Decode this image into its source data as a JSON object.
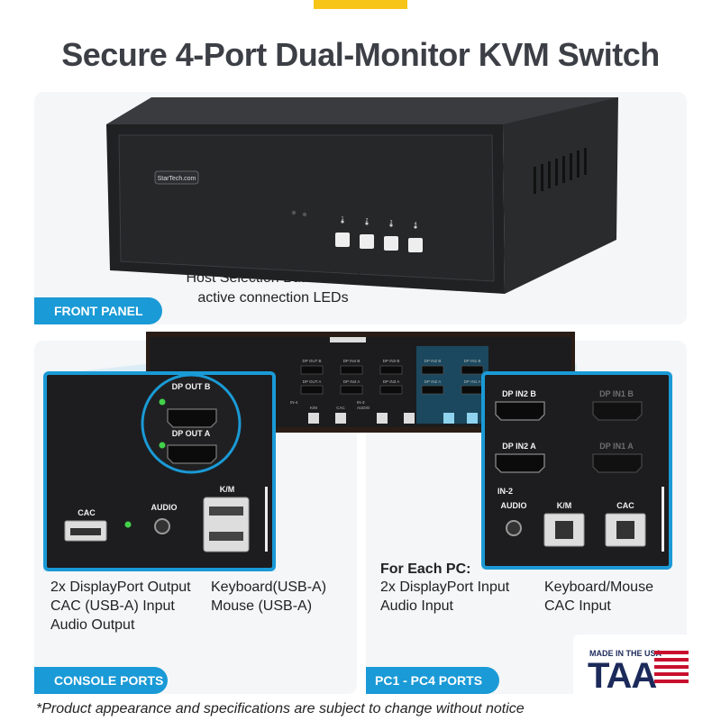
{
  "title": "Secure 4-Port Dual-Monitor KVM Switch",
  "front": {
    "tag": "FRONT PANEL",
    "brand": "StarTech.com",
    "buttons": [
      "1",
      "2",
      "3",
      "4"
    ],
    "caption_line1": "Host Selection Buttons and",
    "caption_line2": "active connection LEDs"
  },
  "rear_strip": {
    "labels": [
      "DP OUT B",
      "DP IN4 B",
      "DP IN3 B",
      "DP IN2 B",
      "DP IN1 B",
      "DP OUT A",
      "DP IN4 A",
      "DP IN3 A",
      "DP IN2 A",
      "DP IN1 A",
      "IN-4",
      "K/M",
      "CAC",
      "IN-3",
      "AUDIO"
    ]
  },
  "console": {
    "tag": "CONSOLE PORTS",
    "dp_out_b": "DP OUT B",
    "dp_out_a": "DP OUT A",
    "cac": "CAC",
    "audio": "AUDIO",
    "km": "K/M",
    "desc_left": [
      "2x DisplayPort Output",
      "CAC (USB-A) Input",
      "Audio Output"
    ],
    "desc_right": [
      "Keyboard(USB-A)",
      "Mouse (USB-A)"
    ]
  },
  "pc": {
    "tag": "PC1 - PC4 PORTS",
    "dp_in2_b": "DP IN2 B",
    "dp_in1_b": "DP IN1 B",
    "dp_in2_a": "DP IN2 A",
    "dp_in1_a": "DP IN1 A",
    "in2": "IN-2",
    "audio": "AUDIO",
    "km": "K/M",
    "cac": "CAC",
    "heading": "For Each PC:",
    "desc_left": [
      "2x DisplayPort Input",
      "Audio Input"
    ],
    "desc_right": [
      "Keyboard/Mouse",
      "CAC Input"
    ]
  },
  "badge": {
    "made_in": "MADE IN THE USA",
    "taa": "TAA"
  },
  "footnote": "*Product appearance and specifications are subject to change without notice",
  "colors": {
    "accent_yellow": "#f7c418",
    "accent_blue": "#1a9ad6",
    "title_gray": "#3c3f45",
    "device_black": "#1d1d1f"
  }
}
